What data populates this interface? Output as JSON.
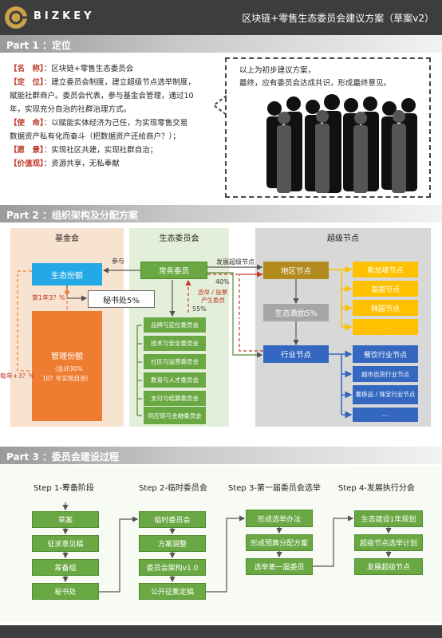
{
  "header": {
    "brand": "BIZKEY",
    "title": "区块链+零售生态委员会建议方案（草案v2）"
  },
  "part1": {
    "heading": "Part 1 ：定位",
    "items": [
      {
        "key": "【名　称】",
        "text": "：区块链+零售生态委员会"
      },
      {
        "key": "【定　位】",
        "text": "：建立委员会制度，建立超级节点选举制度，"
      },
      {
        "key": "",
        "text": "赋能社群商户。委员会代表，参与基金会管理，通过10"
      },
      {
        "key": "",
        "text": "年，实现充分自治的社群治理方式。"
      },
      {
        "key": "【使　命】",
        "text": "：以赋能实体经济为己任，为实现零售交易"
      },
      {
        "key": "",
        "text": "数据资产私有化而奋斗（把数据资产还给商户？）；"
      },
      {
        "key": "【愿　景】",
        "text": "：实现社区共建，实现社群自治；"
      },
      {
        "key": "【价值观】",
        "text": "：资源共享，无私奉献"
      }
    ],
    "speech": [
      "以上为初步建议方案，",
      "最终，应有委员会达成共识，形成最终意见。"
    ]
  },
  "part2": {
    "heading": "Part 2 ：组织架构及分配方案",
    "foundation": {
      "title": "基金会",
      "eco_share": "生态份额",
      "mgmt_share": "管理份额",
      "mgmt_note1": "（总计30%",
      "mgmt_note2": "10？年实现自治）",
      "first_year": "第1年3？%",
      "every_year": "每年+3？%"
    },
    "committee": {
      "title": "生态委员会",
      "standing": "常务委员",
      "secretariat": "秘书处5%",
      "participate": "参与",
      "pct40": "40%",
      "pct55": "55%",
      "elect1": "选举 / 投票",
      "elect2": "产生委员",
      "subs": [
        "品牌与定位委员会",
        "技术与安全委员会",
        "社区与运营委员会",
        "教育与人才委员会",
        "支付与结算委员会",
        "供应链与金融委员会"
      ]
    },
    "supernode": {
      "title": "超级节点",
      "develop": "发展超级节点",
      "region": "地区节点",
      "incentive": "生态激励5%",
      "industry": "行业节点",
      "region_nodes": [
        "新加坡节点",
        "泰国节点",
        "韩国节点",
        "…"
      ],
      "industry_nodes": [
        "餐饮行业节点",
        "超市百货行业节点",
        "奢侈品 / 珠宝行业节点",
        "…"
      ]
    }
  },
  "part3": {
    "heading": "Part 3 ：委员会建设过程",
    "steps": [
      {
        "title": "Step 1-筹备阶段",
        "items": [
          "草案",
          "征求意见稿",
          "筹备组",
          "秘书处"
        ]
      },
      {
        "title": "Step 2-临时委员会",
        "items": [
          "临时委员会",
          "方案调整",
          "委员会架构v1.0",
          "公开征集定稿"
        ]
      },
      {
        "title": "Step 3-第一届委员会选举",
        "items": [
          "形成选举办法",
          "形成预算分配方案",
          "选举第一届委员"
        ]
      },
      {
        "title": "Step 4-发展执行分会",
        "items": [
          "生态建设1年规划",
          "超级节点选举计划",
          "发展超级节点"
        ]
      }
    ]
  },
  "colors": {
    "dark": "#3d3d3d",
    "gold": "#c9a24a",
    "blue": "#22a9e6",
    "orange": "#ee7d31",
    "green": "#6aa843",
    "olive": "#b38a1e",
    "yellow": "#ffc000",
    "navy": "#3468c0",
    "red": "#c0392b"
  }
}
